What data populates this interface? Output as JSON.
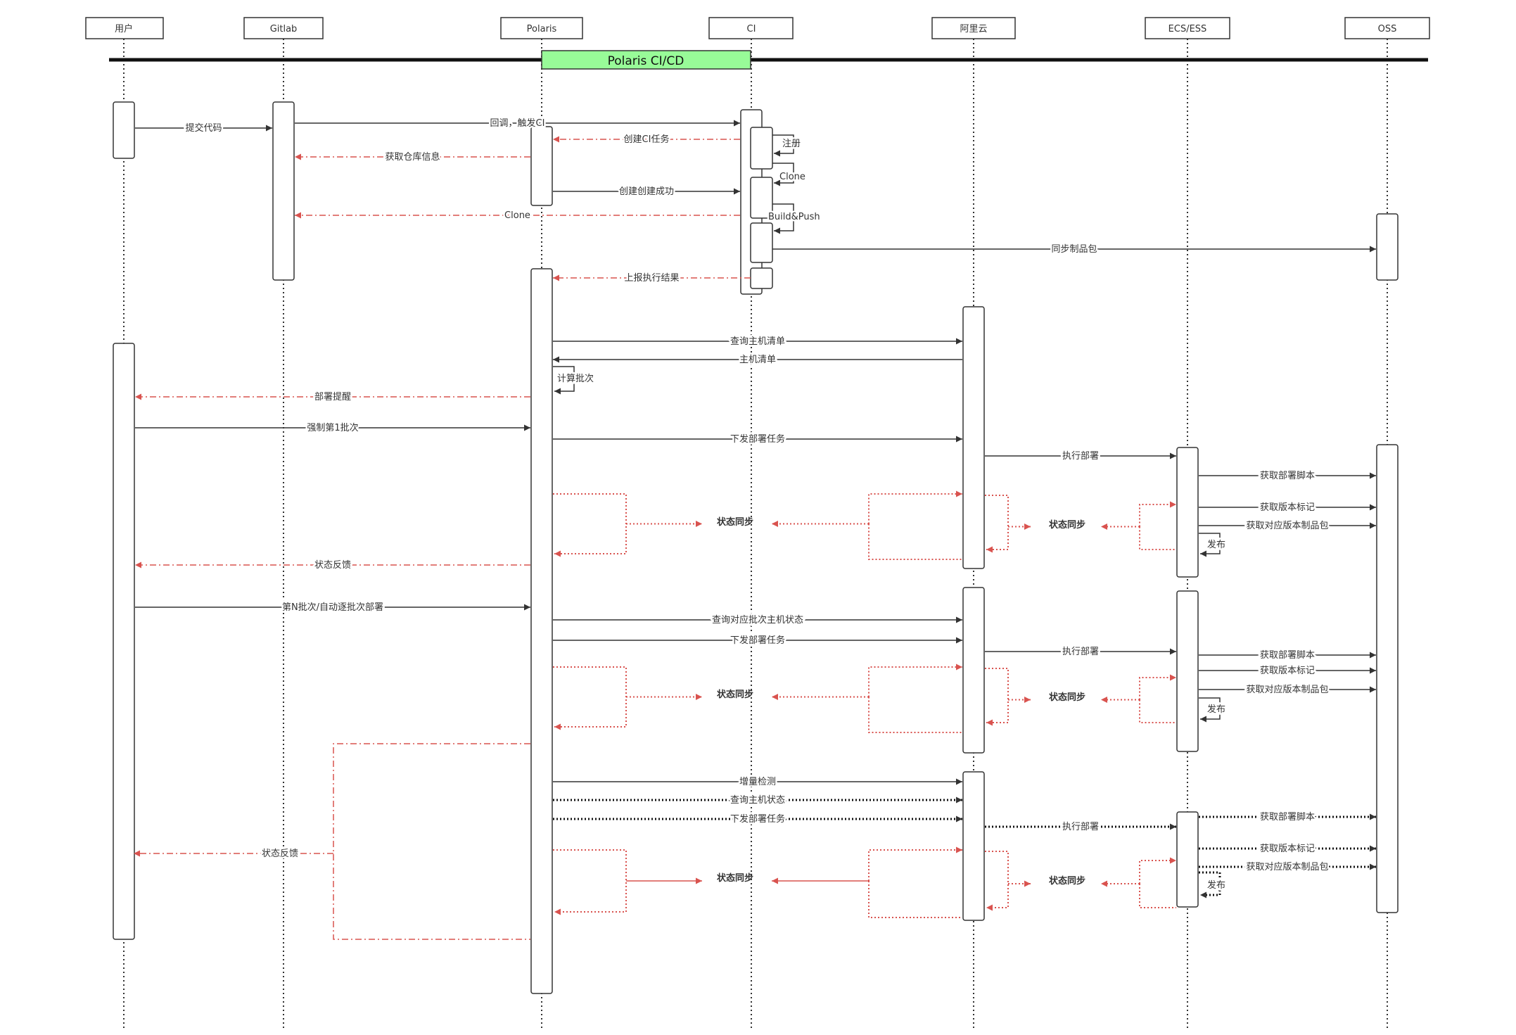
{
  "participants": [
    {
      "id": "user",
      "label": "用户"
    },
    {
      "id": "gitlab",
      "label": "Gitlab"
    },
    {
      "id": "polaris",
      "label": "Polaris"
    },
    {
      "id": "ci",
      "label": "CI"
    },
    {
      "id": "aliyun",
      "label": "阿里云"
    },
    {
      "id": "ecs",
      "label": "ECS/ESS"
    },
    {
      "id": "oss",
      "label": "OSS"
    }
  ],
  "banner": {
    "label": "Polaris CI/CD",
    "color": "#98fb98"
  },
  "messages": [
    {
      "id": "m1",
      "label": "提交代码"
    },
    {
      "id": "m2",
      "label": "回调，触发CI"
    },
    {
      "id": "m3",
      "label": "创建CI任务"
    },
    {
      "id": "m4",
      "label": "注册"
    },
    {
      "id": "m5",
      "label": "获取仓库信息"
    },
    {
      "id": "m6",
      "label": "Clone"
    },
    {
      "id": "m7",
      "label": "创建创建成功"
    },
    {
      "id": "m8",
      "label": "Clone"
    },
    {
      "id": "m9",
      "label": "Build&Push"
    },
    {
      "id": "m10",
      "label": "同步制品包"
    },
    {
      "id": "m11",
      "label": "上报执行结果"
    },
    {
      "id": "m12",
      "label": "查询主机清单"
    },
    {
      "id": "m13",
      "label": "主机清单"
    },
    {
      "id": "m14",
      "label": "计算批次"
    },
    {
      "id": "m15",
      "label": "部署提醒"
    },
    {
      "id": "m16",
      "label": "强制第1批次"
    },
    {
      "id": "m17",
      "label": "下发部署任务"
    },
    {
      "id": "m18",
      "label": "执行部署"
    },
    {
      "id": "m19",
      "label": "获取部署脚本"
    },
    {
      "id": "m20",
      "label": "获取版本标记"
    },
    {
      "id": "m21",
      "label": "获取对应版本制品包"
    },
    {
      "id": "m22",
      "label": "发布"
    },
    {
      "id": "m23",
      "label": "状态反馈"
    },
    {
      "id": "m24",
      "label": "第N批次/自动逐批次部署"
    },
    {
      "id": "m25",
      "label": "查询对应批次主机状态"
    },
    {
      "id": "m26",
      "label": "下发部署任务"
    },
    {
      "id": "m27",
      "label": "执行部署"
    },
    {
      "id": "m28",
      "label": "获取部署脚本"
    },
    {
      "id": "m29",
      "label": "获取版本标记"
    },
    {
      "id": "m30",
      "label": "获取对应版本制品包"
    },
    {
      "id": "m31",
      "label": "发布"
    },
    {
      "id": "m32",
      "label": "增量检测"
    },
    {
      "id": "m33",
      "label": "查询主机状态"
    },
    {
      "id": "m34",
      "label": "下发部署任务"
    },
    {
      "id": "m35",
      "label": "执行部署"
    },
    {
      "id": "m36",
      "label": "获取部署脚本"
    },
    {
      "id": "m37",
      "label": "获取版本标记"
    },
    {
      "id": "m38",
      "label": "获取对应版本制品包"
    },
    {
      "id": "m39",
      "label": "发布"
    },
    {
      "id": "m40",
      "label": "状态反馈"
    }
  ],
  "sync_label": "状态同步",
  "colors": {
    "line": "#333333",
    "return": "#d9534f",
    "banner": "#98fb98"
  }
}
